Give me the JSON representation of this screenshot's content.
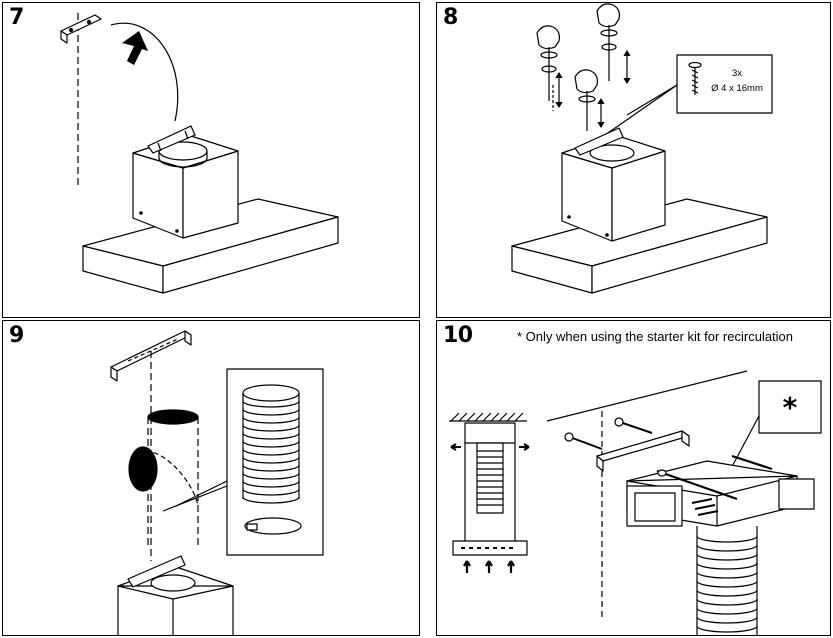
{
  "steps": [
    {
      "number": "7"
    },
    {
      "number": "8",
      "screw_box": {
        "quantity": "3x",
        "size": "Ø 4 x 16mm"
      }
    },
    {
      "number": "9"
    },
    {
      "number": "10",
      "note": "* Only when using the starter kit for recirculation",
      "callout_symbol": "*"
    }
  ]
}
